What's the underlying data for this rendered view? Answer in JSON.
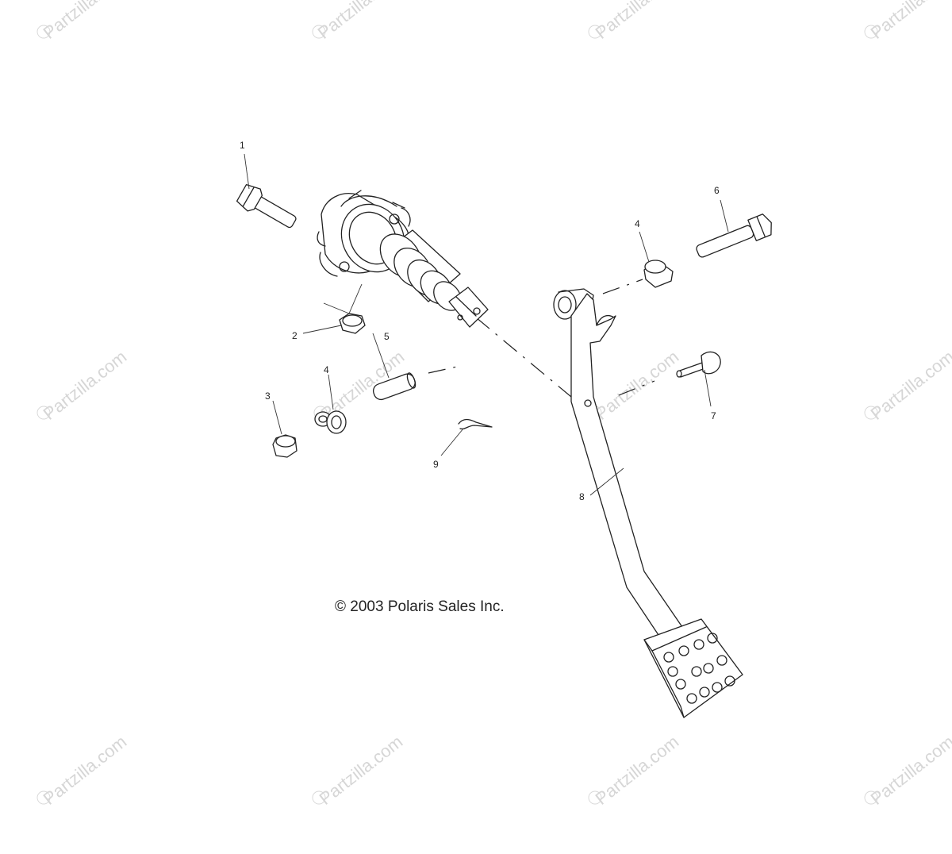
{
  "watermark": {
    "text": "Partzilla.com",
    "symbol": "©"
  },
  "copyright": "© 2003 Polaris Sales Inc.",
  "callouts": {
    "bolt_1": "1",
    "nut_2": "2",
    "nut_3": "3",
    "bushing_4_upper": "4",
    "bushing_4_lower": "4",
    "sleeve_5": "5",
    "bolt_6": "6",
    "pin_7": "7",
    "brake_pedal_8": "8",
    "clip_9": "9"
  }
}
